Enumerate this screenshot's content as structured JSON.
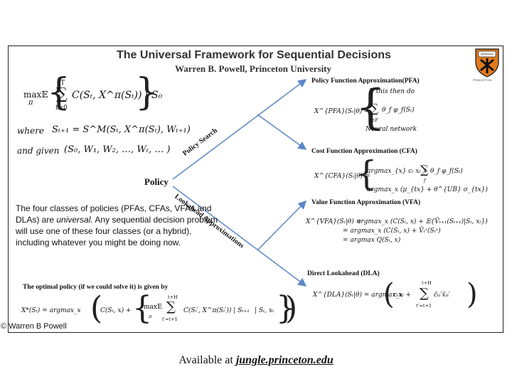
{
  "header": {
    "title": "The Universal Framework for Sequential Decisions",
    "subtitle": "Warren B. Powell, Princeton University"
  },
  "objective": {
    "max": "max",
    "pi": "π",
    "E": "𝔼",
    "sum_top": "T",
    "sum_bottom": "t=0",
    "body": "C(Sₜ, X^π(Sₜ)) | S₀"
  },
  "transition": {
    "where_label": "where",
    "equation": "Sₜ₊₁ = S^M(Sₜ, X^π(Sₜ), Wₜ₊₁)",
    "and_given_label": "and given",
    "sequence": "(S₀, W₁, W₂, …, Wₜ, … )"
  },
  "policy_label": "Policy",
  "branch_labels": {
    "policy_search": "Policy Search",
    "lookahead": "Lookahead Approximations"
  },
  "policies": {
    "pfa": {
      "heading": "Policy Function Approximation(PFA)",
      "lhs": "X^{PFA}(Sₜ|θ) =",
      "case1": "If this then do",
      "case2_sum_top": "",
      "case2_sum_bottom": "f∈F",
      "case2": "θ_f φ_f(Sₜ)",
      "case3": "Neural network"
    },
    "cfa": {
      "heading": "Cost Function Approximation (CFA)",
      "lhs": "X^{CFA}(Sₜ|θ) =",
      "case1": "argmax_{x} cₜ xₜ + ",
      "case1_sum": "θ_f φ_f(Sₜ)",
      "case1_sum_bottom": "f",
      "case2": "argmax_x (μ_{tx} + θ^{UB} σ_{tx})"
    },
    "vfa": {
      "heading": "Value Function Approximation (VFA)",
      "lhs": "X^{VFA}(Sₜ|θ) =",
      "line1": "argmax_x (C(Sₜ, x) + 𝔼{V̄ₜ₊₁(Sₜ₊₁)|Sₜ, xₜ})",
      "line2": "= argmax_x (C(Sₜ, x) + V̄ₜˣ(Sₜˣ)",
      "line3": "= argmax Q(Sₜ, x)"
    },
    "dla": {
      "heading": "Direct Lookahead (DLA)",
      "lhs": "X^{DLA}(Sₜ|θ) = argmax_x",
      "sum_top": "t+H",
      "sum_bottom": "t'=t+1",
      "body": "cₜxₜ +",
      "body2": "c̃ₜₜ′x̃ₜₜ′"
    }
  },
  "description": "The four classes of policies (PFAs, CFAs, VFAs and DLAs) are universal. Any sequential decision problem will use one of these four classes (or a hybrid), including whatever you might be doing now.",
  "description_parts": {
    "p1": "The four classes of policies (PFAs, CFAs, VFAs and DLAs) are ",
    "p2": "universal.",
    "p3": " Any sequential decision problem will use one of these four classes (or a hybrid), including whatever you might be doing now."
  },
  "optimal": {
    "heading": "The optimal policy (if we could solve it) is given by",
    "lhs": "X*(Sₜ) = argmax_x",
    "inner1": "C(Sₜ, x) +",
    "max_sub": "π",
    "sum_top": "t+H",
    "sum_bottom": "t′=t+1",
    "inner2": "C(Sₜ′, X^π(Sₜ′)) | Sₜ₊₁",
    "inner3": "| Sₜ, xₜ"
  },
  "copyright": "© Warren B Powell",
  "footer": {
    "prefix": "Available at ",
    "link": "jungle.princeton.edu"
  },
  "colors": {
    "arrow": "#5b87c5",
    "frame": "#222222",
    "crest_orange": "#e07a1f",
    "crest_black": "#111111"
  }
}
